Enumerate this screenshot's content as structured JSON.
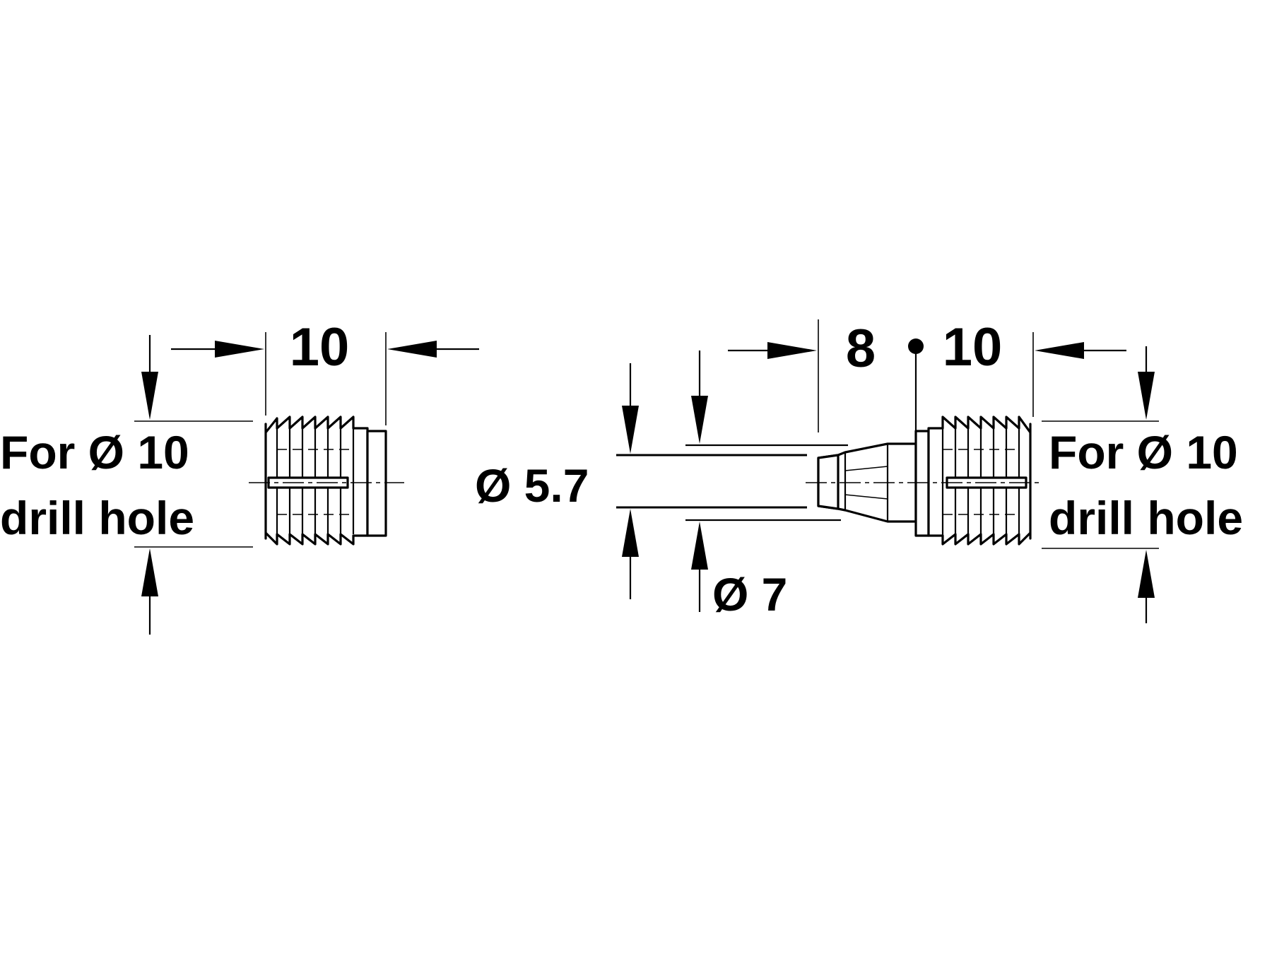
{
  "diagram": {
    "left_part": {
      "width_label": "10",
      "note_line1": "For Ø 10",
      "note_line2": "drill hole"
    },
    "right_part": {
      "length_label_a": "8",
      "length_label_b": "10",
      "diameter_inner": "Ø 5.7",
      "diameter_outer": "Ø 7",
      "note_line1": "For Ø 10",
      "note_line2": "drill hole"
    }
  }
}
